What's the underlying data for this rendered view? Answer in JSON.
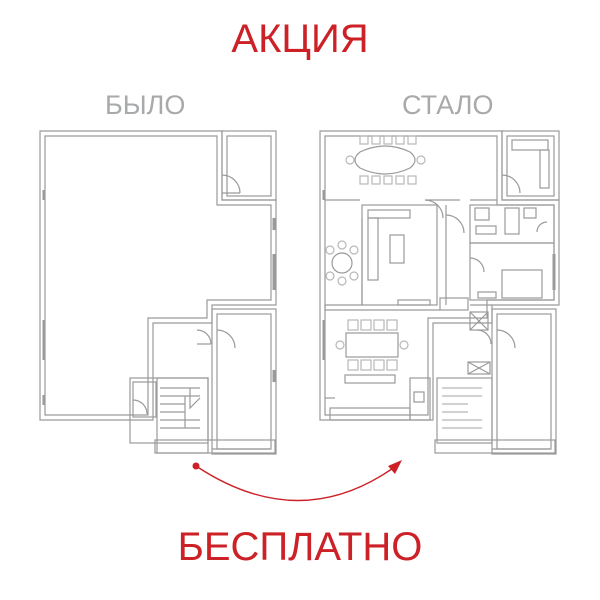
{
  "promo": {
    "title": "АКЦИЯ",
    "subtitle": "БЕСПЛАТНО"
  },
  "plans": {
    "before": {
      "label": "БЫЛО"
    },
    "after": {
      "label": "СТАЛО"
    }
  },
  "colors": {
    "accent": "#cc2127",
    "label_gray": "#a7a9ab",
    "wall": "#9a9a9a",
    "furniture": "#b8b8b8"
  },
  "icons": {
    "arrow": "curved-arrow-right-icon",
    "start_dot": "dot-icon"
  }
}
